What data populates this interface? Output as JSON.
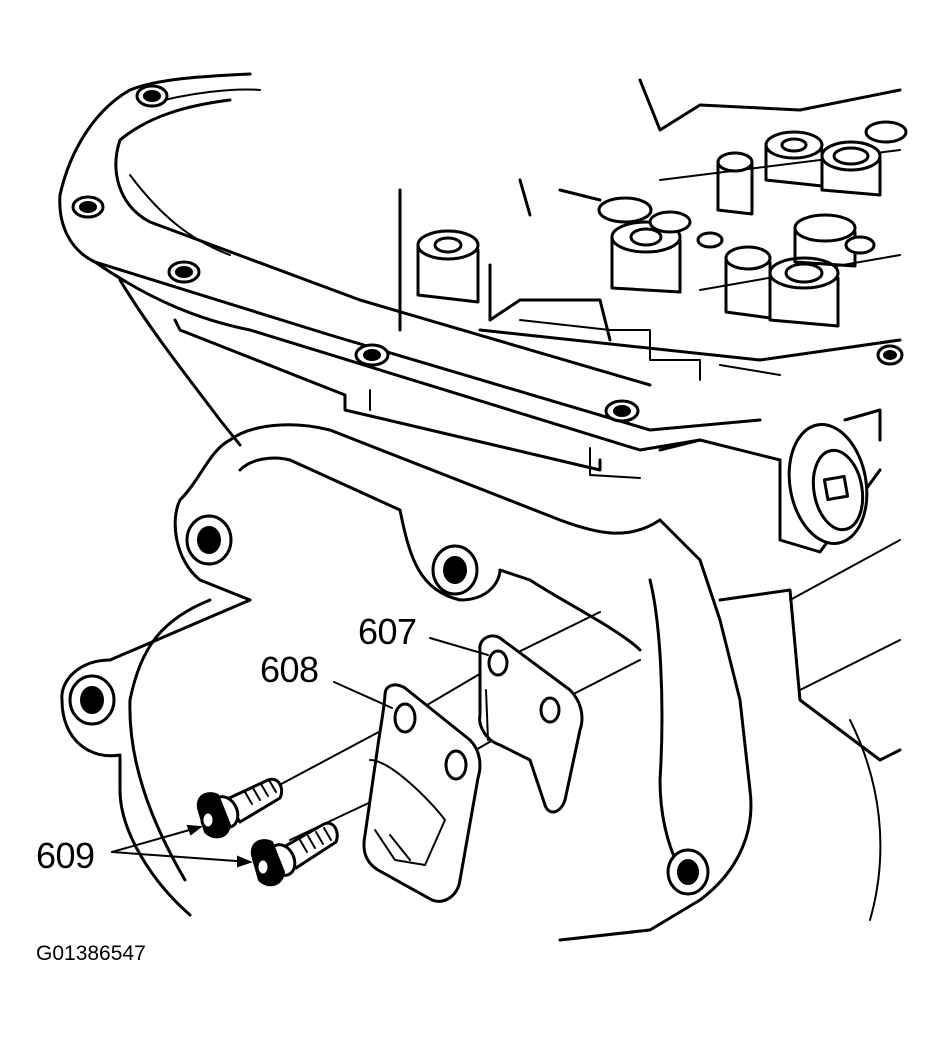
{
  "figure_id": "G01386547",
  "callouts": {
    "c607": "607",
    "c608": "608",
    "c609": "609"
  },
  "parts": {
    "housing": "transmission-case-icon",
    "valve_body": "valve-body-icon",
    "plate_607": "gasket-plate-icon",
    "plate_608": "cover-plate-icon",
    "bolts_609": "bolt-icon"
  }
}
